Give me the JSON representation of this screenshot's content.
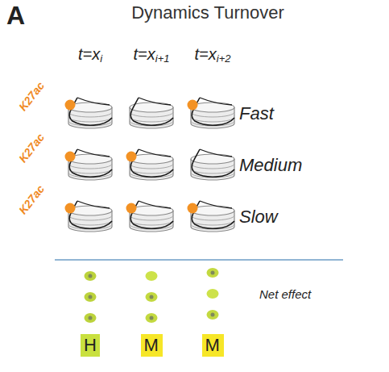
{
  "diagram": {
    "title": "Dynamics Turnover",
    "nodes": [
      {
        "text": [
          "H"
        ]
      },
      {
        "text": [
          "M"
        ]
      },
      {
        "text": [
          "M"
        ]
      }
    ],
    "labels": [
      "A",
      "t=xi",
      "t=xi+1",
      "t=xi+2",
      "K27ac",
      "Fast",
      "K27ac",
      "Medium",
      "K27ac",
      "Slow",
      "Net effect"
    ]
  }
}
